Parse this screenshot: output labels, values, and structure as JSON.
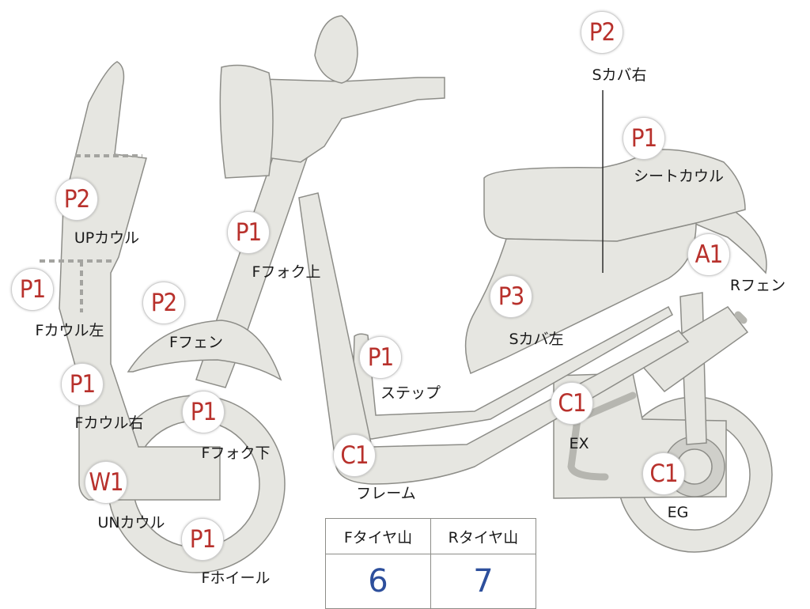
{
  "badges": {
    "s_cover_right": "P2",
    "seat_cowl": "P1",
    "r_fender": "A1",
    "s_cover_left": "P3",
    "step": "P1",
    "ex": "C1",
    "eg": "C1",
    "frame": "C1",
    "f_fork_upper": "P1",
    "f_fender": "P2",
    "f_fork_lower": "P1",
    "f_wheel": "P1",
    "up_cowl": "P2",
    "f_cowl_left": "P1",
    "f_cowl_right": "P1",
    "un_cowl": "W1"
  },
  "labels": {
    "s_cover_right": "Sカバ右",
    "seat_cowl": "シートカウル",
    "r_fender": "Rフェン",
    "s_cover_left": "Sカバ左",
    "step": "ステップ",
    "ex": "EX",
    "eg": "EG",
    "frame": "フレーム",
    "f_fork_upper": "Fフォク上",
    "f_fender": "Fフェン",
    "f_fork_lower": "Fフォク下",
    "f_wheel": "Fホイール",
    "up_cowl": "UPカウル",
    "f_cowl_left": "Fカウル左",
    "f_cowl_right": "Fカウル右",
    "un_cowl": "UNカウル"
  },
  "tire_table": {
    "headers": [
      "Fタイヤ山",
      "Rタイヤ山"
    ],
    "values": [
      "6",
      "7"
    ]
  },
  "colors": {
    "badge_text": "#b8312c",
    "tire_value": "#2d4f9c",
    "part_fill": "#e6e6e1"
  }
}
